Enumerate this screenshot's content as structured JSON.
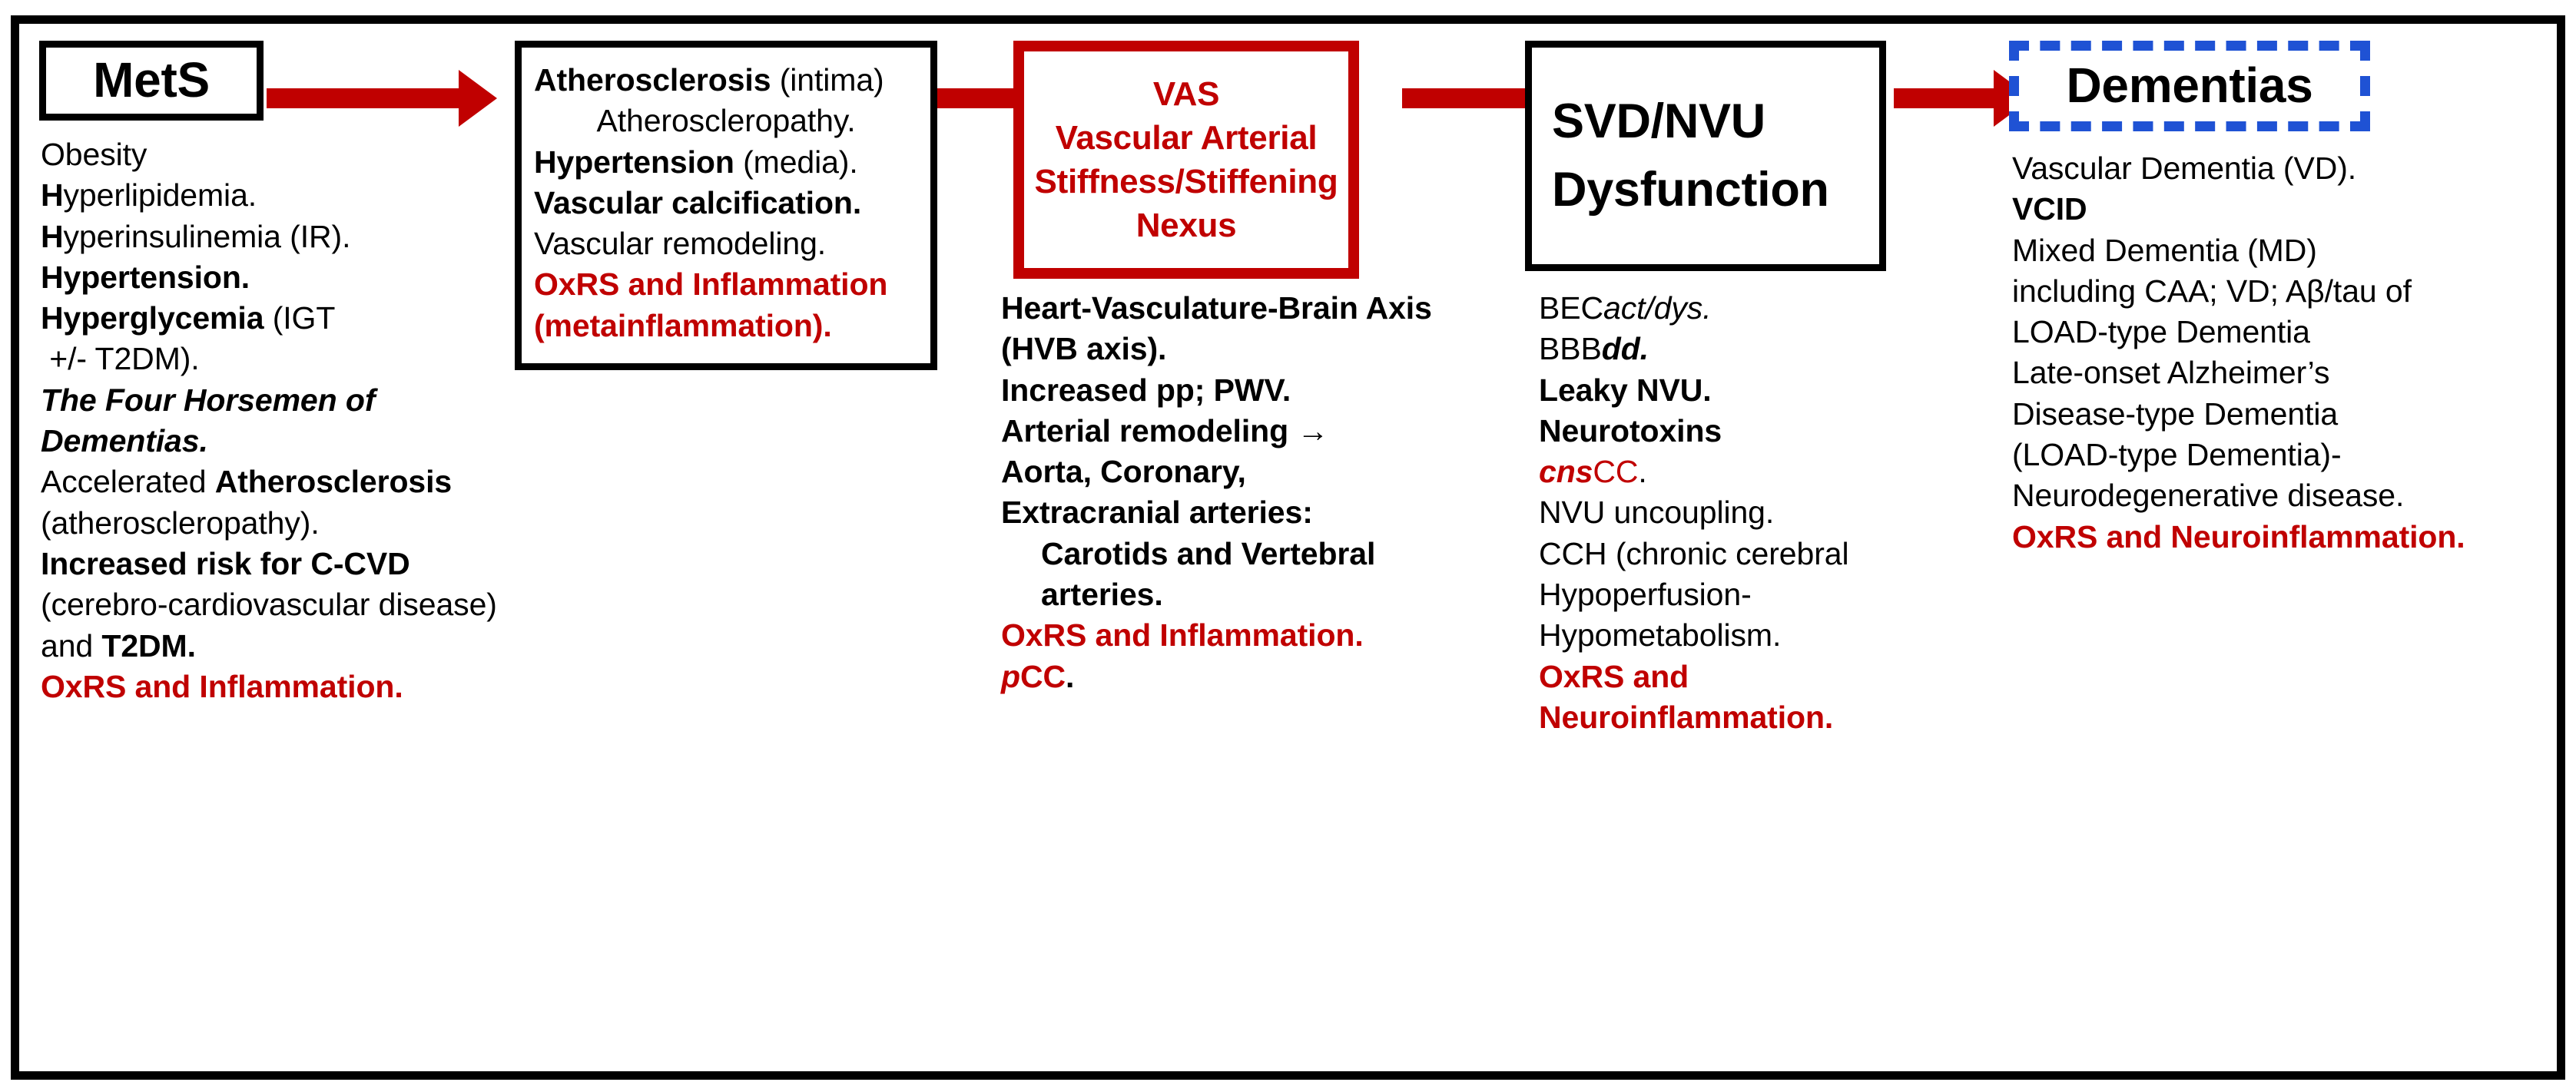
{
  "figure": {
    "title": "MetS to Dementias progression flow diagram",
    "accent_red": "#C00000",
    "accent_blue": "#1F52D4",
    "border_black": "#000000"
  },
  "columns": [
    {
      "id": "mets",
      "header": {
        "label": "MetS",
        "style": "black-solid"
      },
      "lines": [
        {
          "segments": [
            {
              "text": "Obesity",
              "style": "plain"
            }
          ]
        },
        {
          "segments": [
            {
              "text": "H",
              "style": "bold"
            },
            {
              "text": "yperlipidemia.",
              "style": "plain"
            }
          ]
        },
        {
          "segments": [
            {
              "text": "H",
              "style": "bold"
            },
            {
              "text": "yperinsulinemia (IR).",
              "style": "plain"
            }
          ]
        },
        {
          "segments": [
            {
              "text": "Hypertension.",
              "style": "bold"
            }
          ]
        },
        {
          "segments": [
            {
              "text": "Hyperglycemia",
              "style": "bold"
            },
            {
              "text": " (IGT",
              "style": "plain"
            }
          ]
        },
        {
          "segments": [
            {
              "text": " +/- T2DM).",
              "style": "plain"
            }
          ]
        },
        {
          "segments": [
            {
              "text": "The Four Horsemen of Dementias.",
              "style": "bold-italic"
            }
          ]
        },
        {
          "segments": [
            {
              "text": "Accelerated ",
              "style": "plain"
            },
            {
              "text": "Atherosclerosis",
              "style": "bold"
            }
          ]
        },
        {
          "segments": [
            {
              "text": "(atheroscleropathy).",
              "style": "plain"
            }
          ]
        },
        {
          "segments": [
            {
              "text": "Increased risk for C-CVD",
              "style": "bold"
            }
          ]
        },
        {
          "segments": [
            {
              "text": "(cerebro-cardiovascular disease)",
              "style": "plain"
            }
          ]
        },
        {
          "segments": [
            {
              "text": "and ",
              "style": "plain"
            },
            {
              "text": "T2DM.",
              "style": "bold"
            }
          ]
        },
        {
          "segments": [
            {
              "text": "OxRS and Inflammation.",
              "style": "red-bold"
            }
          ]
        }
      ]
    },
    {
      "id": "atherosclerosis",
      "header": {
        "label": "",
        "style": "black-solid-box"
      },
      "boxed_lines": [
        {
          "align": "left",
          "segments": [
            {
              "text": "Atherosclerosis",
              "style": "bold"
            },
            {
              "text": " (intima)",
              "style": "plain"
            }
          ]
        },
        {
          "align": "center",
          "segments": [
            {
              "text": "Atheroscleropathy.",
              "style": "plain"
            }
          ]
        },
        {
          "align": "left",
          "segments": [
            {
              "text": "Hypertension",
              "style": "bold"
            },
            {
              "text": " (media).",
              "style": "plain"
            }
          ]
        },
        {
          "align": "left",
          "segments": [
            {
              "text": "Vascular calcification.",
              "style": "bold"
            }
          ]
        },
        {
          "align": "left",
          "segments": [
            {
              "text": "Vascular remodeling.",
              "style": "plain"
            }
          ]
        },
        {
          "align": "left",
          "segments": [
            {
              "text": "OxRS and Inflammation",
              "style": "red-bold"
            }
          ]
        },
        {
          "align": "left",
          "segments": [
            {
              "text": "(metainflammation).",
              "style": "red-bold"
            }
          ]
        }
      ]
    },
    {
      "id": "vas",
      "header": {
        "label": "VAS\nVascular Arterial\nStiffness/Stiffening\nNexus",
        "style": "red-solid"
      },
      "lines": [
        {
          "segments": [
            {
              "text": "Heart-Vasculature-Brain Axis",
              "style": "bold"
            }
          ]
        },
        {
          "segments": [
            {
              "text": "(HVB axis).",
              "style": "bold"
            }
          ]
        },
        {
          "segments": [
            {
              "text": "Increased pp; PWV.",
              "style": "bold"
            }
          ]
        },
        {
          "segments": [
            {
              "text": "Arterial remodeling →",
              "style": "bold"
            }
          ]
        },
        {
          "segments": [
            {
              "text": "Aorta, Coronary,",
              "style": "bold"
            }
          ]
        },
        {
          "segments": [
            {
              "text": "Extracranial arteries:",
              "style": "bold"
            }
          ]
        },
        {
          "indent": true,
          "segments": [
            {
              "text": "Carotids and Vertebral",
              "style": "bold"
            }
          ]
        },
        {
          "indent": true,
          "segments": [
            {
              "text": "arteries.",
              "style": "bold"
            }
          ]
        },
        {
          "segments": [
            {
              "text": "OxRS and Inflammation.",
              "style": "red-bold"
            }
          ]
        },
        {
          "segments": [
            {
              "text": "p",
              "style": "red-bold-italic"
            },
            {
              "text": "CC",
              "style": "red-bold"
            },
            {
              "text": ".",
              "style": "bold"
            }
          ]
        }
      ]
    },
    {
      "id": "svd-nvu",
      "header": {
        "label": "SVD/NVU\nDysfunction",
        "style": "black-solid"
      },
      "lines": [
        {
          "segments": [
            {
              "text": "BEC",
              "style": "plain"
            },
            {
              "text": "act/dys.",
              "style": "italic"
            }
          ]
        },
        {
          "segments": [
            {
              "text": "BBB",
              "style": "plain"
            },
            {
              "text": "dd.",
              "style": "bold-italic"
            }
          ]
        },
        {
          "segments": [
            {
              "text": "Leaky NVU.",
              "style": "bold"
            }
          ]
        },
        {
          "segments": [
            {
              "text": "Neurotoxins",
              "style": "bold"
            }
          ]
        },
        {
          "segments": [
            {
              "text": "cns",
              "style": "red-bold-italic"
            },
            {
              "text": "CC",
              "style": "red"
            },
            {
              "text": ".",
              "style": "plain"
            }
          ]
        },
        {
          "segments": [
            {
              "text": "NVU uncoupling.",
              "style": "plain"
            }
          ]
        },
        {
          "segments": [
            {
              "text": "CCH (chronic cerebral",
              "style": "plain"
            }
          ]
        },
        {
          "segments": [
            {
              "text": "Hypoperfusion-",
              "style": "plain"
            }
          ]
        },
        {
          "segments": [
            {
              "text": "Hypometabolism.",
              "style": "plain"
            }
          ]
        },
        {
          "segments": [
            {
              "text": "OxRS and Neuroinflammation.",
              "style": "red-bold"
            }
          ]
        }
      ]
    },
    {
      "id": "dementias",
      "header": {
        "label": "Dementias",
        "style": "blue-dashed"
      },
      "lines": [
        {
          "segments": [
            {
              "text": "Vascular Dementia (VD).",
              "style": "plain"
            }
          ]
        },
        {
          "segments": [
            {
              "text": "VCID",
              "style": "bold"
            }
          ]
        },
        {
          "segments": [
            {
              "text": "Mixed Dementia (MD)",
              "style": "plain"
            }
          ]
        },
        {
          "segments": [
            {
              "text": "including CAA; VD; Aβ/tau of",
              "style": "plain"
            }
          ]
        },
        {
          "segments": [
            {
              "text": "LOAD-type Dementia",
              "style": "plain"
            }
          ]
        },
        {
          "segments": [
            {
              "text": "Late-onset Alzheimer’s",
              "style": "plain"
            }
          ]
        },
        {
          "segments": [
            {
              "text": "Disease-type Dementia",
              "style": "plain"
            }
          ]
        },
        {
          "segments": [
            {
              "text": "(LOAD-type Dementia)-",
              "style": "plain"
            }
          ]
        },
        {
          "segments": [
            {
              "text": "Neurodegenerative disease.",
              "style": "plain"
            }
          ]
        },
        {
          "segments": [
            {
              "text": "OxRS and Neuroinflammation.",
              "style": "red-bold"
            }
          ]
        }
      ]
    }
  ],
  "arrows": [
    {
      "id": "arrow-mets-to-atherosclerosis",
      "from": "mets",
      "to": "atherosclerosis"
    },
    {
      "id": "arrow-atherosclerosis-to-vas",
      "from": "atherosclerosis",
      "to": "vas"
    },
    {
      "id": "arrow-vas-to-svd",
      "from": "vas",
      "to": "svd-nvu"
    },
    {
      "id": "arrow-svd-to-dementias",
      "from": "svd-nvu",
      "to": "dementias"
    }
  ]
}
